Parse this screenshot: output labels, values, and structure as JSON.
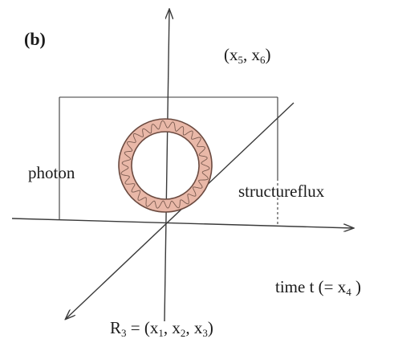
{
  "diagram": {
    "panel_label": "(b)",
    "coords_56": {
      "open": "(x",
      "s1": "5",
      "mid": ", x",
      "s2": "6",
      "close": ")"
    },
    "photon_label": "photon",
    "flux_label": "structureflux",
    "time_label": {
      "text": "time t (= x",
      "sub": "4",
      "close": " )"
    },
    "r3_label": {
      "r": "R",
      "rsub": "3",
      "eq": " = (x",
      "s1": "1",
      "m1": ", x",
      "s2": "2",
      "m2": ", x",
      "s3": "3",
      "close": ")"
    },
    "colors": {
      "ink": "#3a3a3a",
      "ring_fill": "#e9b8a8",
      "ring_edge": "#6b4a40"
    }
  }
}
